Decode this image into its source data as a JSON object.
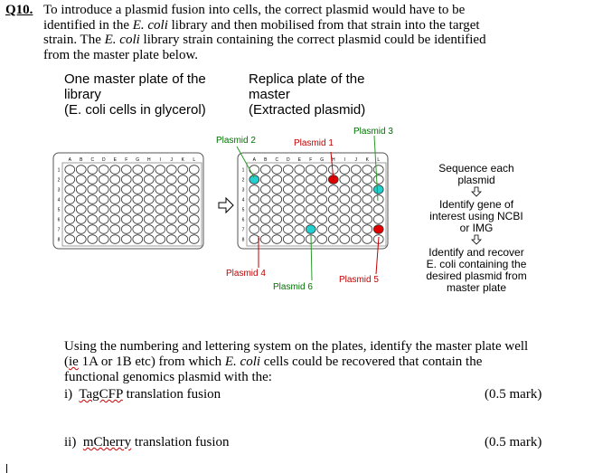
{
  "question": {
    "number": "Q10.",
    "line1": "To introduce a plasmid fusion into cells, the correct plasmid would have to be",
    "line2_a": "identified in the ",
    "line2_i": "E. coli",
    "line2_b": " library and then mobilised from that strain into the target",
    "line3_a": "strain. The ",
    "line3_i": "E. coli",
    "line3_b": " library strain containing the correct plasmid could be identified",
    "line4": "from the master plate below."
  },
  "labels": {
    "master_l1": "One master plate of the",
    "master_l2": "library",
    "master_l3": "(E. coli cells in glycerol)",
    "replica_l1": "Replica  plate of the",
    "replica_l2": "master",
    "replica_l3": "(Extracted plasmid)"
  },
  "plates": {
    "columns": [
      "A",
      "B",
      "C",
      "D",
      "E",
      "F",
      "G",
      "H",
      "I",
      "J",
      "K",
      "L"
    ],
    "rows": [
      "1",
      "2",
      "3",
      "4",
      "5",
      "6",
      "7",
      "8"
    ]
  },
  "plasmids": {
    "p1": "Plasmid 1",
    "p2": "Plasmid 2",
    "p3": "Plasmid 3",
    "p4": "Plasmid 4",
    "p5": "Plasmid 5",
    "p6": "Plasmid 6"
  },
  "colors": {
    "red": "#e00000",
    "cyan": "#22d0d0",
    "plasmid_text": "#c00000",
    "plasmid_text_green": "#007000",
    "line_green": "#2a9a2a",
    "line_red": "#c00000"
  },
  "flow": {
    "step1_l1": "Sequence each",
    "step1_l2": "plasmid",
    "step2_l1": "Identify gene of",
    "step2_l2": "interest using NCBI",
    "step2_l3": "or IMG",
    "step3_l1": "Identify and recover",
    "step3_l2": "E. coli containing the",
    "step3_l3": "desired plasmid from",
    "step3_l4": "master plate"
  },
  "bottom": {
    "line1": "Using the numbering and lettering system on the plates, identify the master plate well",
    "line2_a": "(",
    "line2_ie": "ie",
    "line2_b": " 1A or 1B etc) from which ",
    "line2_i": "E. coli",
    "line2_c": " cells could be recovered that contain the",
    "line3": "functional genomics plasmid with the:",
    "item1_prefix": "i)  ",
    "item1_word": "TagCFP",
    "item1_rest": " translation fusion",
    "item1_mark": "(0.5 mark)",
    "item2_prefix": "ii)  ",
    "item2_word": "mCherry",
    "item2_rest": " translation fusion",
    "item2_mark": "(0.5 mark)"
  }
}
